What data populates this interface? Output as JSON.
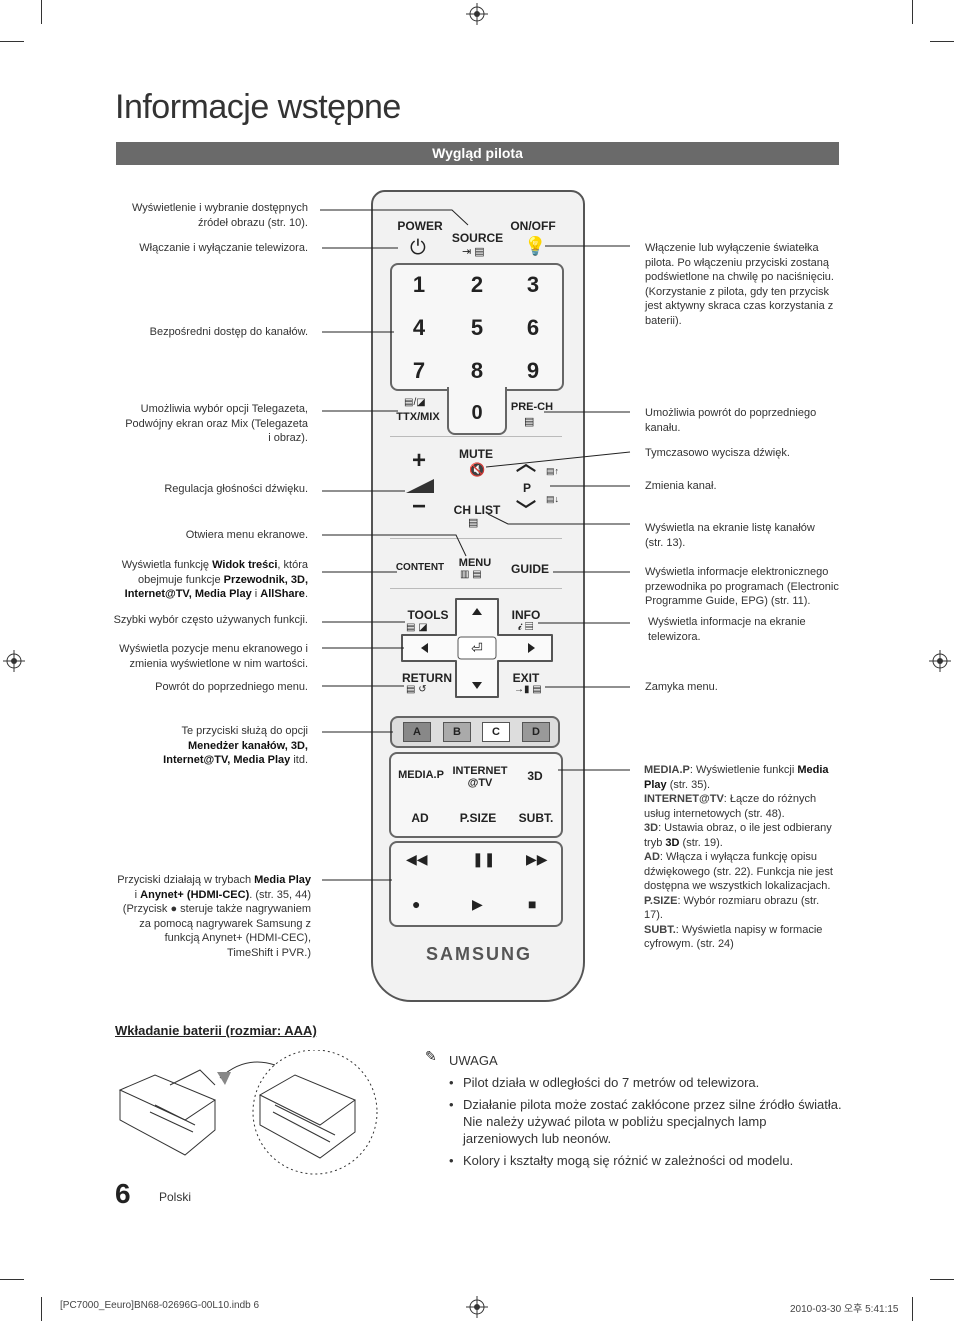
{
  "page": {
    "title": "Informacje wstępne",
    "section_bar": "Wygląd pilota",
    "page_number": "6",
    "language": "Polski",
    "footer_left": "[PC7000_Eeuro]BN68-02696G-00L10.indb   6",
    "footer_right": "2010-03-30   오후 5:41:15"
  },
  "left_labels": [
    "Wyświetlenie i wybranie dostępnych źródeł obrazu (str. 10).",
    "Włączanie i wyłączanie telewizora.",
    "Bezpośredni dostęp do kanałów.",
    "Umożliwia wybór opcji Telegazeta, Podwójny ekran oraz Mix (Telegazeta i obraz).",
    "Regulacja głośności dźwięku.",
    "Otwiera menu ekranowe.",
    "Szybki wybór często używanych funkcji.",
    "Wyświetla pozycje menu ekranowego i zmienia wyświetlone w nim wartości.",
    "Powrót do poprzedniego menu."
  ],
  "left_content_label": {
    "pre": "Wyświetla funkcję ",
    "b1": "Widok treści",
    "mid": ", która obejmuje funkcje ",
    "b2": "Przewodnik, 3D, Internet@TV, Media Play",
    "and": " i ",
    "b3": "AllShare",
    "end": "."
  },
  "left_color_label": {
    "pre": "Te przyciski służą do opcji",
    "bold": "Menedżer kanałów, 3D, Internet@TV, Media Play",
    "end": " itd."
  },
  "left_media_label": {
    "pre": "Przyciski działają w trybach ",
    "b1": "Media Play",
    "mid": " i ",
    "b2": "Anynet+ (HDMI-CEC)",
    "rest": ". (str. 35, 44) (Przycisk ● steruje także nagrywaniem za pomocą nagrywarek Samsung z funkcją Anynet+ (HDMI-CEC), TimeShift i PVR.)"
  },
  "right_labels": [
    "Włączenie lub wyłączenie światełka pilota. Po włączeniu przyciski zostaną podświetlone na chwilę po naciśnięciu. (Korzystanie z pilota, gdy ten przycisk jest aktywny skraca czas korzystania z baterii).",
    "Umożliwia powrót do poprzedniego kanału.",
    "Tymczasowo wycisza dźwięk.",
    "Zmienia kanał.",
    "Wyświetla na ekranie listę kanałów (str. 13).",
    "Wyświetla informacje elektronicznego przewodnika po programach (Electronic Programme Guide, EPG) (str. 11).",
    "Wyświetla informacje na ekranie telewizora.",
    "Zamyka menu."
  ],
  "right_media_label": [
    {
      "k": "MEDIA.P",
      "t": ": Wyświetlenie funkcji ",
      "b": "Media Play",
      "e": " (str. 35)."
    },
    {
      "k": "INTERNET@TV",
      "t": ": Łącze do różnych usług internetowych (str. 48).",
      "b": "",
      "e": ""
    },
    {
      "k": "3D",
      "t": ": Ustawia obraz, o ile jest odbierany tryb ",
      "b": "3D",
      "e": " (str. 19)."
    },
    {
      "k": "AD",
      "t": ": Włącza i wyłącza funkcję opisu dźwiękowego (str. 22). Funkcja nie jest dostępna we wszystkich lokalizacjach.",
      "b": "",
      "e": ""
    },
    {
      "k": "P.SIZE",
      "t": ": Wybór rozmiaru obrazu (str. 17).",
      "b": "",
      "e": ""
    },
    {
      "k": "SUBT.",
      "t": ": Wyświetla napisy w formacie cyfrowym. (str. 24)",
      "b": "",
      "e": ""
    }
  ],
  "remote": {
    "power": "POWER",
    "source": "SOURCE",
    "onoff": "ON/OFF",
    "digits": [
      "1",
      "2",
      "3",
      "4",
      "5",
      "6",
      "7",
      "8",
      "9",
      "0"
    ],
    "ttx": "TTX/MIX",
    "prech": "PRE-CH",
    "mute": "MUTE",
    "p": "P",
    "chlist": "CH LIST",
    "content": "CONTENT",
    "menu": "MENU",
    "guide": "GUIDE",
    "tools": "TOOLS",
    "info": "INFO",
    "return": "RETURN",
    "exit": "EXIT",
    "colors": [
      "A",
      "B",
      "C",
      "D"
    ],
    "mediap": "MEDIA.P",
    "internet1": "INTERNET",
    "internet2": "@TV",
    "threed": "3D",
    "ad": "AD",
    "psize": "P.SIZE",
    "subt": "SUBT.",
    "brand": "SAMSUNG"
  },
  "battery": {
    "heading": "Wkładanie baterii (rozmiar: AAA)"
  },
  "notes": {
    "heading": "UWAGA",
    "items": [
      "Pilot działa w odległości do 7 metrów od telewizora.",
      "Działanie pilota może zostać zakłócone przez silne źródło światła. Nie należy używać pilota w pobliżu specjalnych lamp jarzeniowych lub neonów.",
      "Kolory i kształty mogą się różnić w zależności od modelu."
    ]
  }
}
